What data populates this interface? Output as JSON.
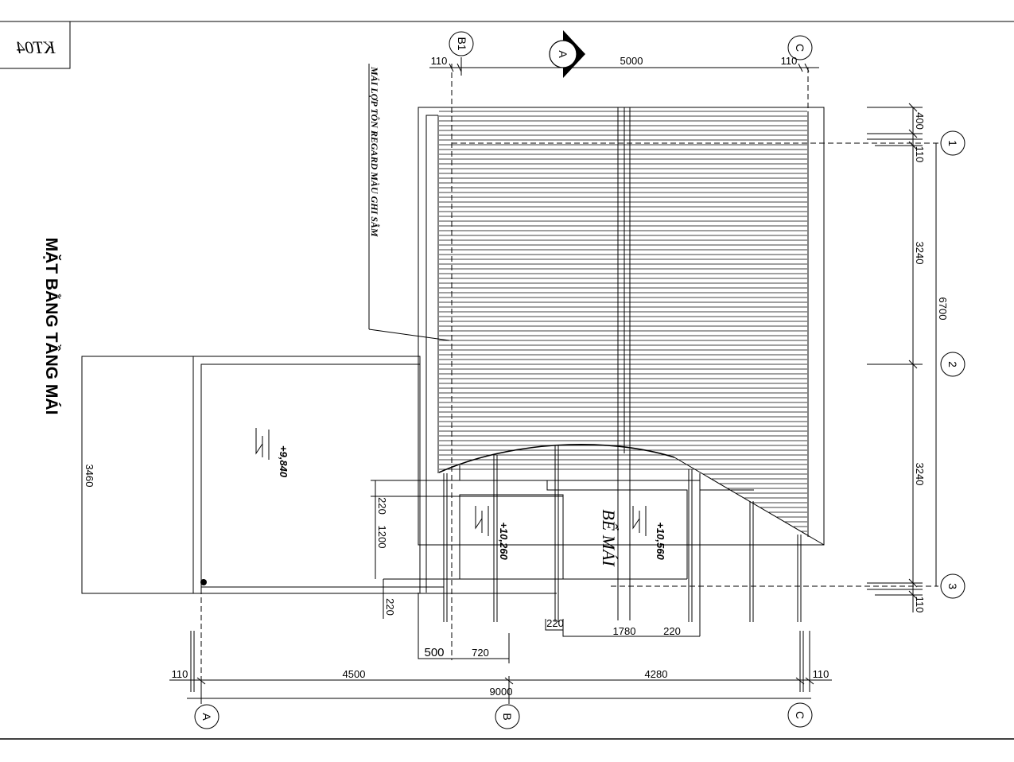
{
  "sheet": {
    "code": "KT04",
    "title": "MẶT BẰNG TẦNG MÁI"
  },
  "note": "MÁI LỢP TÔN REGARD MÀU GHI SẪM",
  "room_label": "BỂ MÁI",
  "section_marker": "A",
  "axes": {
    "bottom": [
      "A",
      "B",
      "C"
    ],
    "top": [
      "B1",
      "C"
    ],
    "right": [
      "1",
      "2",
      "3"
    ]
  },
  "elevations": [
    "+9,840",
    "+10,260",
    "+10,560"
  ],
  "dimensions": {
    "bottom_offset_left": "110",
    "bottom_span_ab": "4500",
    "bottom_span_bc": "4280",
    "bottom_offset_right": "110",
    "bottom_total": "9000",
    "lower_500": "500",
    "lower_720": "720",
    "lower_220_a": "220",
    "lower_1780": "1780",
    "lower_220_b": "220",
    "top_offset_left": "110",
    "top_span": "5000",
    "top_offset_right": "110",
    "right_400": "400",
    "right_110_top": "110",
    "right_3240_a": "3240",
    "right_total": "6700",
    "right_3240_b": "3240",
    "right_110_bottom": "110",
    "left_3460": "3460",
    "left_220": "220",
    "left_1200": "1200",
    "left_220_bottom": "220"
  }
}
